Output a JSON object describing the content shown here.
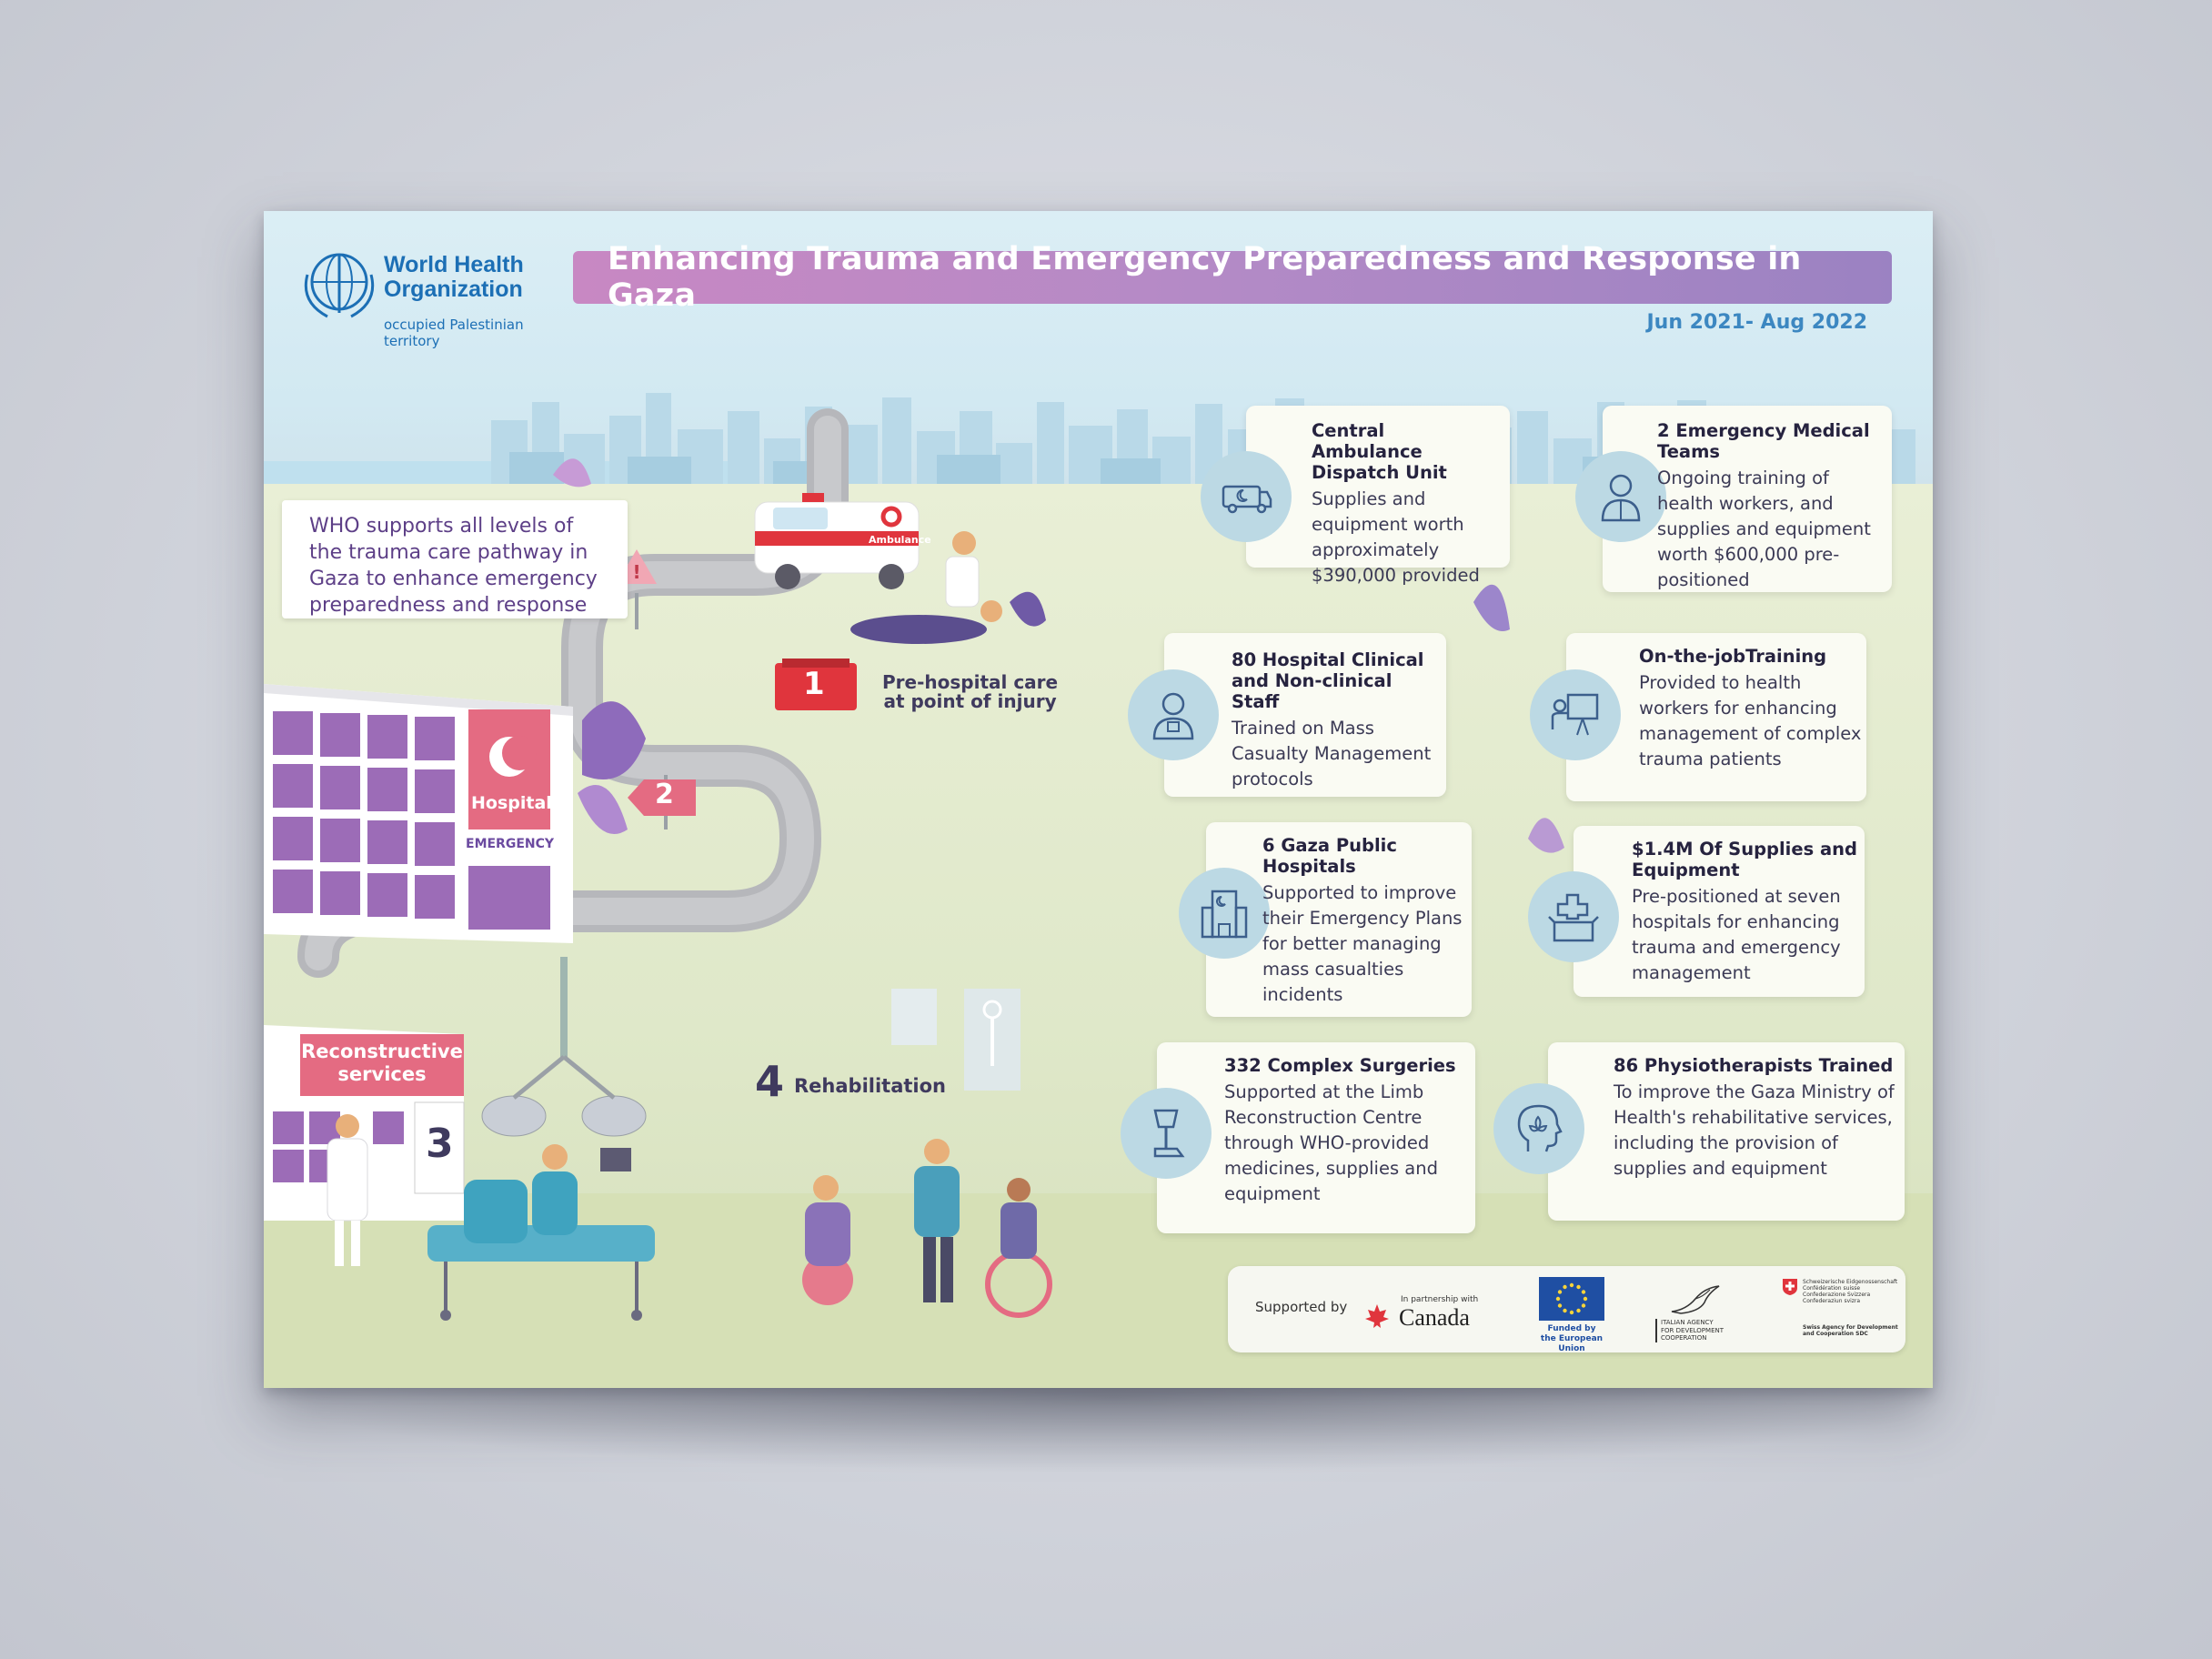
{
  "org": {
    "name_line1": "World Health",
    "name_line2": "Organization",
    "region_line1": "occupied Palestinian",
    "region_line2": "territory"
  },
  "title": "Enhancing Trauma and Emergency Preparedness and Response in Gaza",
  "date_range": "Jun 2021- Aug 2022",
  "intro_text": "WHO supports all levels of the trauma care pathway in Gaza to enhance emergency preparedness and response",
  "pathway": {
    "step1_number": "1",
    "step1_label_line1": "Pre-hospital care",
    "step1_label_line2": "at point of injury",
    "step2_number": "2",
    "hospital_sign": "Hospital",
    "emergency_sign": "EMERGENCY",
    "ambulance_text": "Ambulance",
    "step3_number": "3",
    "reconstructive_line1": "Reconstructive",
    "reconstructive_line2": "services",
    "step4_number": "4",
    "step4_label": "Rehabilitation"
  },
  "cards": [
    {
      "title": "Central Ambulance Dispatch Unit",
      "text": "Supplies and equipment worth approximately $390,000 provided",
      "icon": "ambulance-icon"
    },
    {
      "title": "2 Emergency Medical Teams",
      "text": "Ongoing training of health workers, and supplies and equipment worth $600,000 pre-positioned",
      "icon": "doctor-icon"
    },
    {
      "title": "80 Hospital Clinical and Non-clinical Staff",
      "text": "Trained on Mass Casualty Management protocols",
      "icon": "staff-icon"
    },
    {
      "title": "On-the-jobTraining",
      "text": "Provided to health workers for enhancing management of complex trauma patients",
      "icon": "training-icon"
    },
    {
      "title": "6 Gaza Public Hospitals",
      "text": "Supported to improve their Emergency Plans for better managing mass casualties incidents",
      "icon": "hospital-icon"
    },
    {
      "title": "$1.4M Of Supplies and Equipment",
      "text": "Pre-positioned at seven hospitals for enhancing trauma and emergency management",
      "icon": "supplies-box-icon"
    },
    {
      "title": "332 Complex Surgeries",
      "text": "Supported at the Limb Reconstruction Centre through WHO-provided medicines, supplies and equipment",
      "icon": "prosthetic-leg-icon"
    },
    {
      "title": "86 Physiotherapists Trained",
      "text": "To improve the Gaza Ministry of Health's rehabilitative services, including the provision of supplies and equipment",
      "icon": "head-lotus-icon"
    }
  ],
  "supporters": {
    "label": "Supported by",
    "canada_partnership": "In partnership with",
    "canada_name": "Canada",
    "eu_line1": "Funded by",
    "eu_line2": "the European Union",
    "italy_line1": "ITALIAN AGENCY",
    "italy_line2": "FOR DEVELOPMENT",
    "italy_line3": "COOPERATION",
    "swiss_line1": "Schweizerische Eidgenossenschaft",
    "swiss_line2": "Confédération suisse",
    "swiss_line3": "Confederazione Svizzera",
    "swiss_line4": "Confederaziun svizra",
    "swiss_line5": "Swiss Agency for Development",
    "swiss_line6": "and Cooperation SDC"
  },
  "colors": {
    "title_gradient_start": "#c888c3",
    "title_gradient_end": "#9b82c2",
    "who_blue": "#1c6fb5",
    "accent_red": "#e0353d",
    "accent_pink": "#e46b82",
    "purple_building": "#9c6cb7"
  }
}
